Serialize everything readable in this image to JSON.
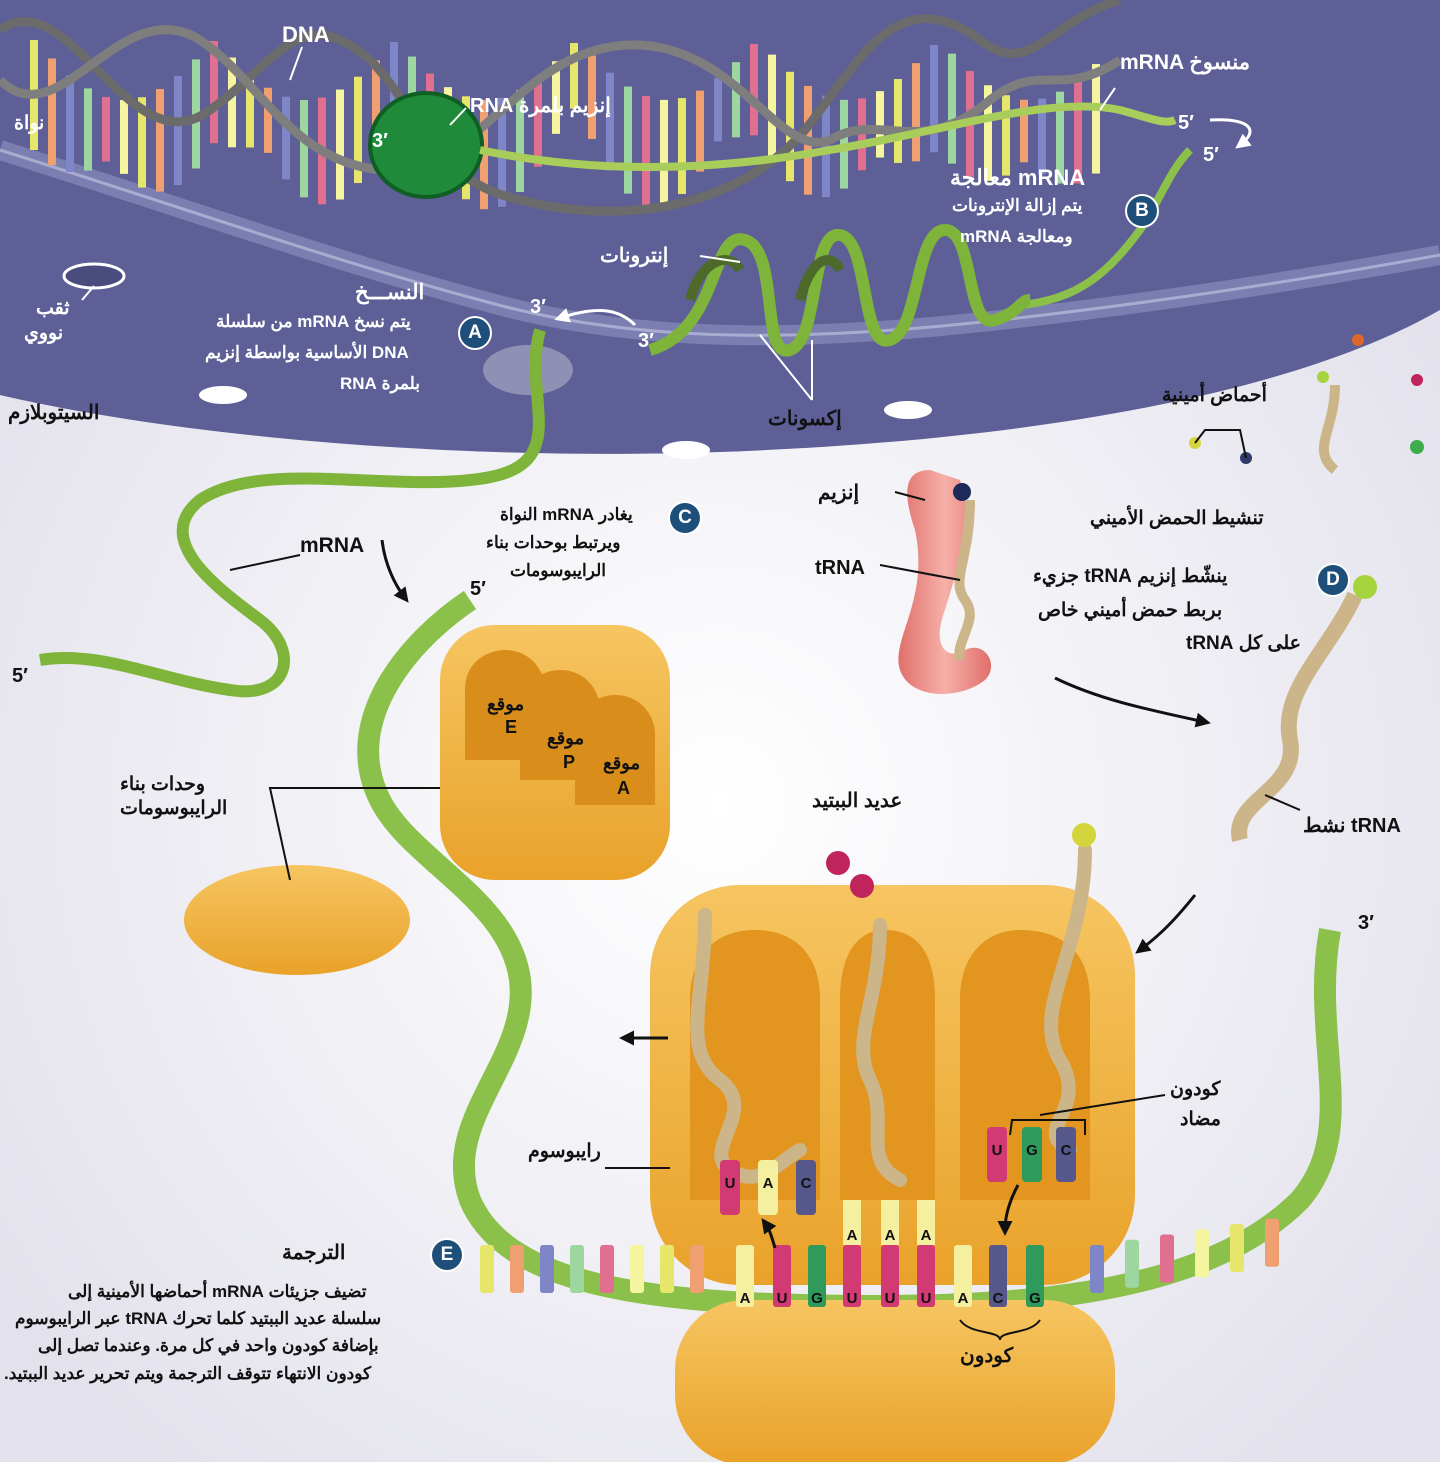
{
  "labels": {
    "dna": "DNA",
    "nucleus": "نواة",
    "rna_polymerase": "إنزيم بلمرة RNA",
    "three_prime": "3′",
    "five_prime": "5′",
    "mrna_transcribed": "mRNA منسوخ",
    "introns": "إنترونات",
    "exons": "إكسونات",
    "nuclear_pore_line1": "ثقب",
    "nuclear_pore_line2": "نووي",
    "cytoplasm": "السيتوبلازم",
    "mrna": "mRNA",
    "ribosome_subunits_line1": "وحدات بناء",
    "ribosome_subunits_line2": "الرايبوسومات",
    "site_e_1": "موقع",
    "site_e_2": "E",
    "site_p_1": "موقع",
    "site_p_2": "P",
    "site_a_1": "موقع",
    "site_a_2": "A",
    "enzyme": "إنزيم",
    "trna": "tRNA",
    "amino_acids": "أحماض أمينية",
    "activated_trna": "tRNA نشط",
    "polypeptide": "عديد الببتيد",
    "anticodon_line1": "كودون",
    "anticodon_line2": "مضاد",
    "codon": "كودون",
    "ribosome": "رايبوسوم"
  },
  "steps": {
    "a": {
      "marker": "A",
      "title": "النســـخ",
      "lines": [
        "يتم نسخ mRNA من سلسلة",
        "DNA الأساسية بواسطة إنزيم",
        "بلمرة RNA"
      ]
    },
    "b": {
      "marker": "B",
      "title": "mRNA معالجة",
      "lines": [
        "يتم إزالة الإنترونات",
        "ومعالجة mRNA"
      ]
    },
    "c": {
      "marker": "C",
      "lines": [
        "يغادر mRNA النواة",
        "ويرتبط بوحدات بناء",
        "الرايبوسومات"
      ]
    },
    "d": {
      "marker": "D",
      "title": "تنشيط الحمض الأميني",
      "lines": [
        "ينشّط إنزيم tRNA جزيء",
        "بربط حمض أميني خاص",
        "على كل tRNA"
      ]
    },
    "e": {
      "marker": "E",
      "title": "الترجمة",
      "lines": [
        "تضيف جزيئات mRNA أحماضها الأمينية إلى",
        "سلسلة عديد الببتيد كلما تحرك tRNA عبر الرايبوسوم",
        "بإضافة كودون واحد في كل مرة. وعندما تصل إلى",
        "كودون الانتهاء تتوقف الترجمة ويتم تحرير عديد الببتيد."
      ]
    }
  },
  "sequences": {
    "anticodon_left": [
      "U",
      "A",
      "C"
    ],
    "anticodon_right": [
      "U",
      "G",
      "C"
    ],
    "mrna_codons": [
      "A",
      "U",
      "G",
      "U",
      "U",
      "U",
      "A",
      "C",
      "G"
    ],
    "middle_anticodon": [
      "A",
      "A",
      "A"
    ]
  },
  "colors": {
    "nucleus": "#5d5f96",
    "cytoplasm": "#f3f2f7",
    "mrna_green": "#7fb43a",
    "ribosome_orange": "#f1b23c",
    "trna_tan": "#cdb58a",
    "step_marker": "#1d4f7a",
    "enzyme_pink": "#ec8a85"
  }
}
